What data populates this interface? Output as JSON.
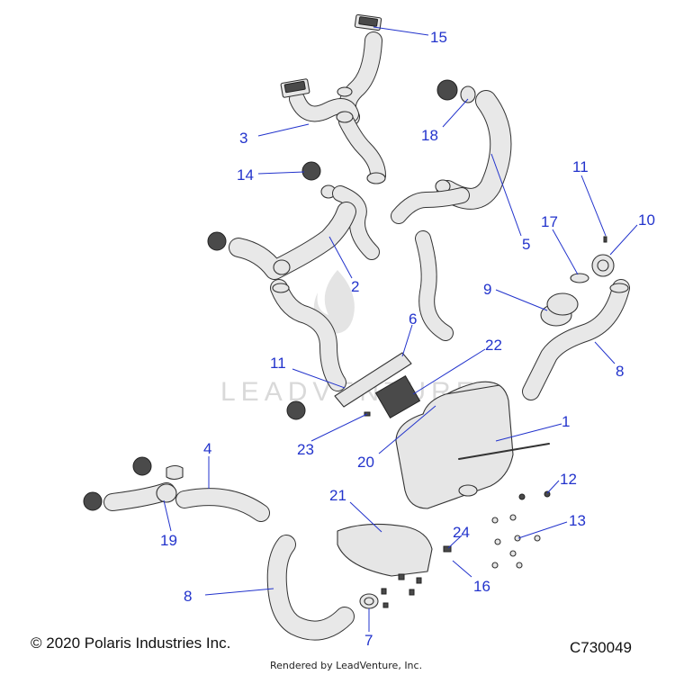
{
  "diagram": {
    "watermark": "LEADVENTURE",
    "callouts": [
      "15",
      "3",
      "18",
      "14",
      "11",
      "10",
      "17",
      "5",
      "2",
      "9",
      "6",
      "22",
      "11",
      "8",
      "1",
      "23",
      "20",
      "4",
      "12",
      "21",
      "13",
      "19",
      "24",
      "16",
      "8",
      "7"
    ]
  },
  "footer": {
    "copyright": "© 2020 Polaris Industries Inc.",
    "diagram_code": "C730049",
    "rendered_by": "Rendered by LeadVenture, Inc."
  },
  "colors": {
    "callout": "#2233cc",
    "line": "#333333",
    "part_fill": "#e6e6e6"
  }
}
